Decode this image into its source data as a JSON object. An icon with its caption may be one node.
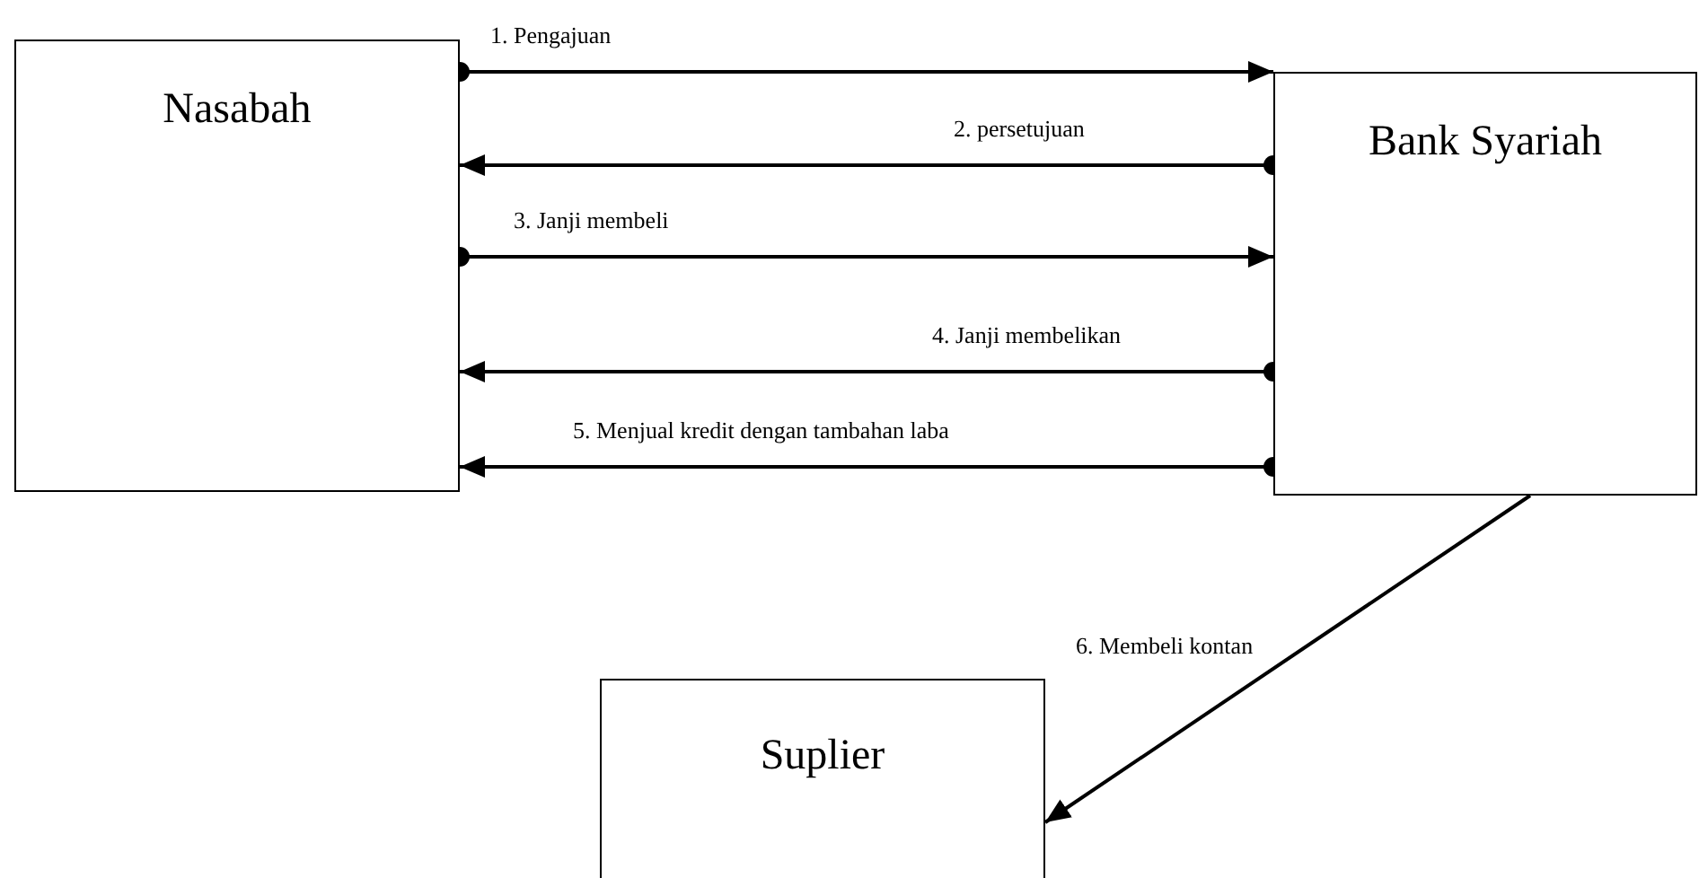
{
  "diagram": {
    "nodes": [
      {
        "text": [
          "Nasabah"
        ]
      },
      {
        "text": [
          "Bank Syariah"
        ]
      },
      {
        "text": [
          "Suplier"
        ]
      }
    ],
    "edges": [
      {
        "from": 0,
        "to": 1,
        "arrow": "to",
        "label": "1. Pengajuan"
      },
      {
        "from": 1,
        "to": 0,
        "arrow": "to",
        "label": "2. persetujuan"
      },
      {
        "from": 0,
        "to": 1,
        "arrow": "to",
        "label": "3. Janji membeli"
      },
      {
        "from": 1,
        "to": 0,
        "arrow": "to",
        "label": "4. Janji membelikan"
      },
      {
        "from": 1,
        "to": 0,
        "arrow": "to",
        "label": "5. Menjual kredit dengan tambahan laba"
      },
      {
        "from": 1,
        "to": 2,
        "arrow": "to",
        "label": "6. Membeli kontan"
      }
    ]
  }
}
